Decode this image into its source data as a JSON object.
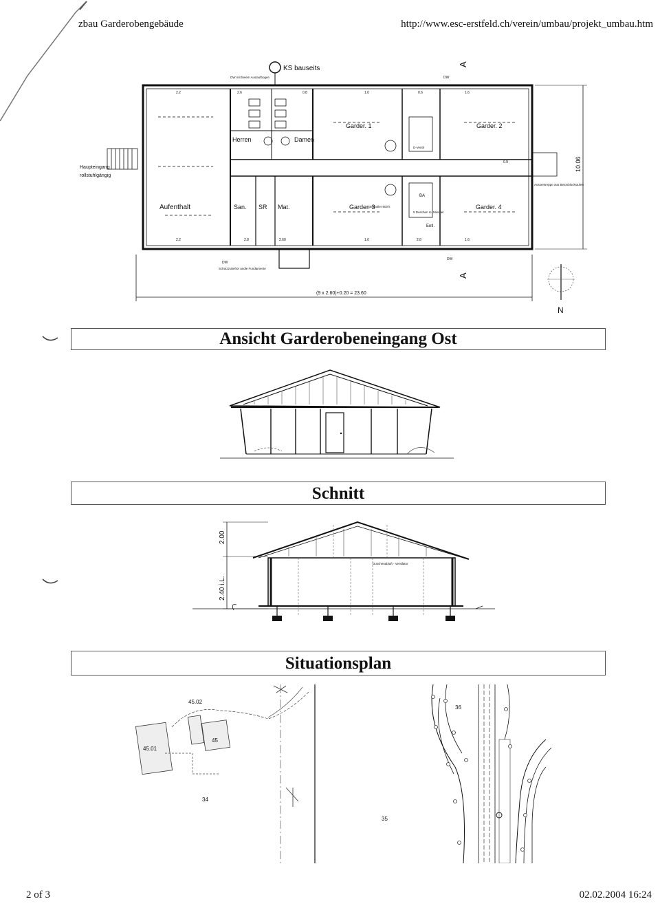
{
  "header": {
    "title": "zbau Garderobengebäude",
    "url": "http://www.esc-erstfeld.ch/verein/umbau/projekt_umbau.htm"
  },
  "floor_plan": {
    "ks_label": "KS bauseits",
    "dw_note": "DW mit freiem Auslaufbogen",
    "dw": "DW",
    "section_mark": "A",
    "main_entrance": "Haupteingang",
    "wheelchair": "rollstuhlgängig",
    "rooms": {
      "aufenthalt": "Aufenthalt",
      "herren": "Herren",
      "damen": "Damen",
      "san": "San.",
      "sr": "SR",
      "mat": "Mat.",
      "garder1": "Garder. 1",
      "garder2": "Garder. 2",
      "garder3": "Garder. 3",
      "garder4": "Garder. 4",
      "entl": "Entl.",
      "ba": "BA"
    },
    "notes": {
      "outer_stair": "Aussentreppe aus Betonblockstufen",
      "schuetz": "Schutzzubehör andie Fundamente",
      "ventil": "D-Ventil",
      "duschen": "5 Duschen m. Mischer",
      "boiler": "Stehboiler 600 lt"
    },
    "dims": {
      "d22a": "2.2",
      "d26": "2.6",
      "d08": "0.8",
      "d10": "1.0",
      "d06": "0.6",
      "d16": "1.6",
      "d22b": "2.2",
      "d28": "2.8",
      "d260": "2.60",
      "d10b": "1.0",
      "d28b": "2.8",
      "d16b": "1.6",
      "d09": "0.9",
      "total_length": "(9 x 2.60)+0.20 = 23.60",
      "width": "10.06"
    },
    "north": "N"
  },
  "sections": {
    "ansicht": "Ansicht Garderobeneingang Ost",
    "schnitt": "Schnitt",
    "situation": "Situationsplan"
  },
  "schnitt": {
    "dim_upper": "2.00",
    "dim_lower": "2.40 i.L.",
    "fan": "Duschenabluft - Ventilator"
  },
  "situation": {
    "p4502": "45.02",
    "p4501": "45.01",
    "p45": "45",
    "p34": "34",
    "p35": "35",
    "p36": "36"
  },
  "footer": {
    "page": "2 of 3",
    "datetime": "02.02.2004 16:24"
  }
}
